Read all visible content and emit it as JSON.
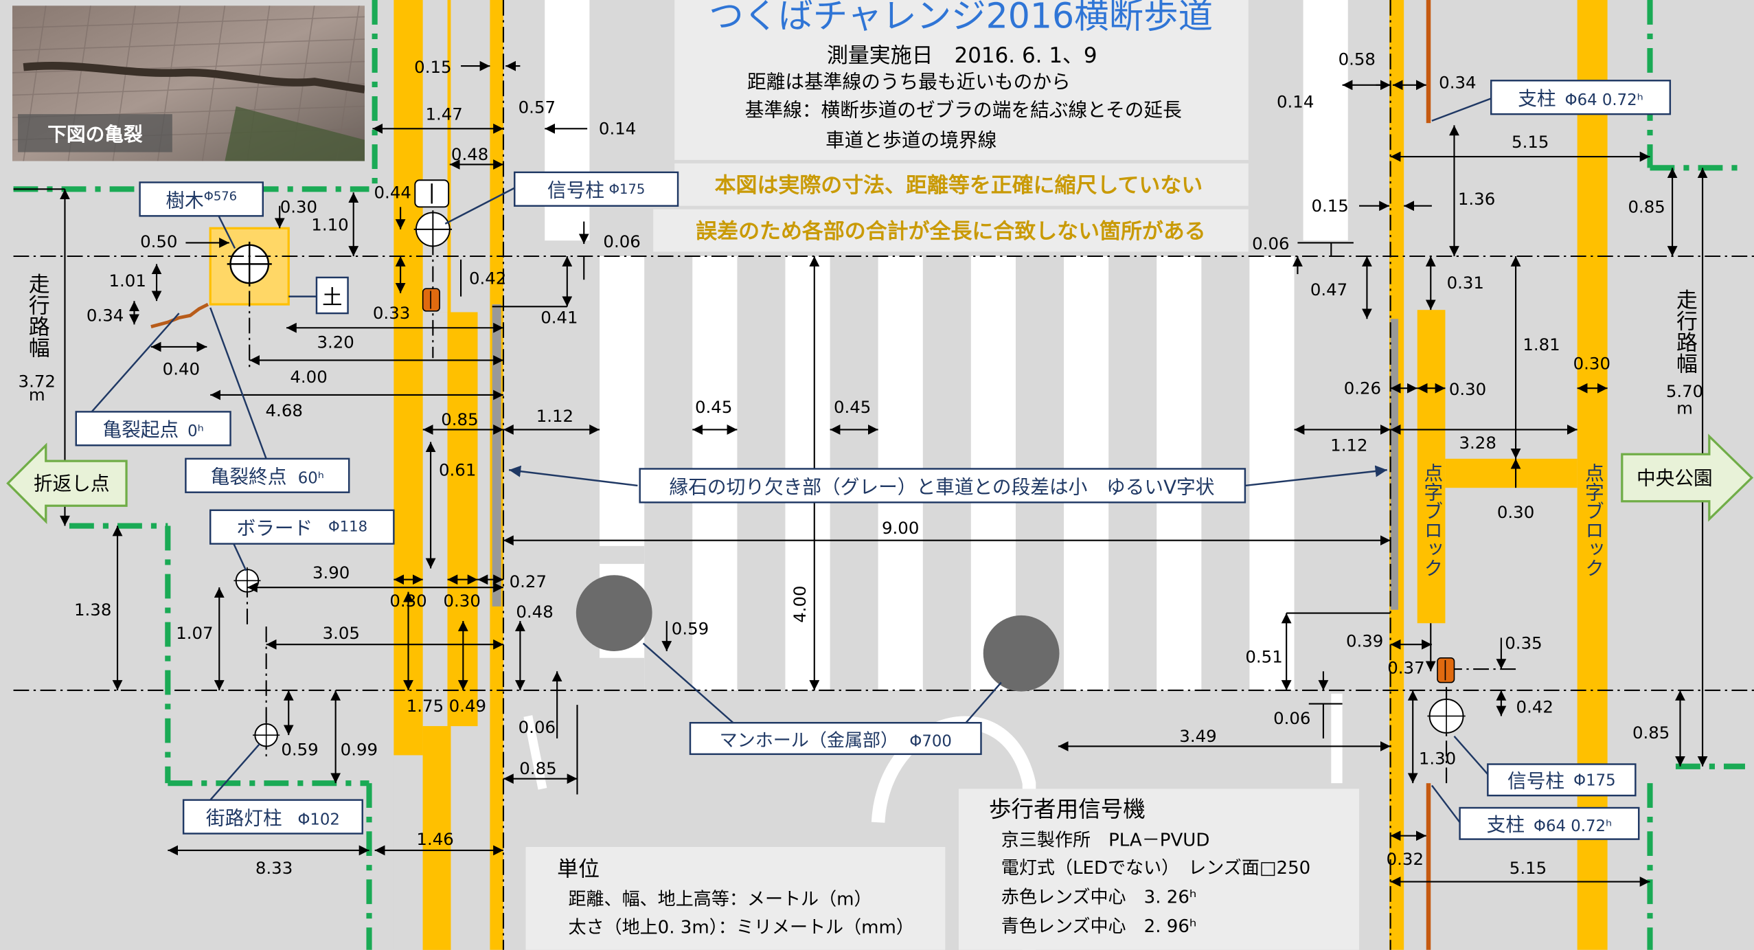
{
  "header": {
    "title": "つくばチャレンジ2016横断歩道",
    "survey_date": "測量実施日　2016. 6. 1、9",
    "note_distance": "距離は基準線のうち最も近いものから",
    "note_baseline_1": "基準線：横断歩道のゼブラの端を結ぶ線とその延長",
    "note_baseline_2": "車道と歩道の境界線",
    "warning_1": "本図は実際の寸法、距離等を正確に縮尺していない",
    "warning_2": "誤差のため各部の合計が全長に合致しない箇所がある"
  },
  "photo": {
    "caption": "下図の亀裂"
  },
  "labels": {
    "tree": "樹木",
    "tree_size": "Φ576",
    "signal_pole_left": "信号柱",
    "signal_pole_left_size": "Φ175",
    "crack_start": "亀裂起点",
    "crack_start_h": "0ʰ",
    "crack_end": "亀裂終点",
    "crack_end_h": "60ʰ",
    "bollard": "ボラード",
    "bollard_size": "Φ118",
    "street_light": "街路灯柱",
    "street_light_size": "Φ102",
    "curb_note": "縁石の切り欠き部（グレー）と車道との段差は小　ゆるいV字状",
    "manhole": "マンホール（金属部）",
    "manhole_size": "Φ700",
    "support_top": "支柱",
    "support_top_size": "Φ64 0.72ʰ",
    "signal_pole_right": "信号柱",
    "signal_pole_right_size": "Φ175",
    "support_bottom": "支柱",
    "support_bottom_size": "Φ64 0.72ʰ",
    "tactile_block": "点字ブロック",
    "soil": "土",
    "left_width_label": "走行路幅",
    "left_width_value": "3.72",
    "left_width_unit": "m",
    "right_width_label": "走行路幅",
    "right_width_value": "5.70",
    "right_width_unit": "m"
  },
  "nav": {
    "turnaround": "折返し点",
    "central_park": "中央公園"
  },
  "units_box": {
    "title": "単位",
    "line_1": "距離、幅、地上高等：メートル（m）",
    "line_2": "太さ（地上0. 3m）：ミリメートル（mm）"
  },
  "signal_box": {
    "title": "歩行者用信号機",
    "line_1": "京三製作所　PLA－PVUD",
    "line_2": "電灯式（LEDでない）　レンズ面",
    "line_2_suffix": "□250",
    "line_3": "赤色レンズ中心　3. 26ʰ",
    "line_4": "青色レンズ中心　2. 96ʰ"
  },
  "dimensions": [
    {
      "id": "d015a",
      "value": "0.15"
    },
    {
      "id": "d147",
      "value": "1.47"
    },
    {
      "id": "d057",
      "value": "0.57"
    },
    {
      "id": "d014a",
      "value": "0.14"
    },
    {
      "id": "d048a",
      "value": "0.48"
    },
    {
      "id": "d044",
      "value": "0.44"
    },
    {
      "id": "d030a",
      "value": "0.30"
    },
    {
      "id": "d110",
      "value": "1.10"
    },
    {
      "id": "d050",
      "value": "0.50"
    },
    {
      "id": "d101",
      "value": "1.01"
    },
    {
      "id": "d034a",
      "value": "0.34"
    },
    {
      "id": "d040",
      "value": "0.40"
    },
    {
      "id": "d320",
      "value": "3.20"
    },
    {
      "id": "d400a",
      "value": "4.00"
    },
    {
      "id": "d468",
      "value": "4.68"
    },
    {
      "id": "d006a",
      "value": "0.06"
    },
    {
      "id": "d042a",
      "value": "0.42"
    },
    {
      "id": "d033",
      "value": "0.33"
    },
    {
      "id": "d041",
      "value": "0.41"
    },
    {
      "id": "d085a",
      "value": "0.85"
    },
    {
      "id": "d112a",
      "value": "1.12"
    },
    {
      "id": "d045a",
      "value": "0.45"
    },
    {
      "id": "d045b",
      "value": "0.45"
    },
    {
      "id": "d061",
      "value": "0.61"
    },
    {
      "id": "d900",
      "value": "9.00"
    },
    {
      "id": "d390",
      "value": "3.90"
    },
    {
      "id": "d138",
      "value": "1.38"
    },
    {
      "id": "d030b",
      "value": "0.30"
    },
    {
      "id": "d030c",
      "value": "0.30"
    },
    {
      "id": "d027",
      "value": "0.27"
    },
    {
      "id": "d048b",
      "value": "0.48"
    },
    {
      "id": "d107",
      "value": "1.07"
    },
    {
      "id": "d305",
      "value": "3.05"
    },
    {
      "id": "d059a",
      "value": "0.59"
    },
    {
      "id": "d400b",
      "value": "4.00"
    },
    {
      "id": "d175",
      "value": "1.75"
    },
    {
      "id": "d049",
      "value": "0.49"
    },
    {
      "id": "d059b",
      "value": "0.59"
    },
    {
      "id": "d099",
      "value": "0.99"
    },
    {
      "id": "d006b",
      "value": "0.06"
    },
    {
      "id": "d085b",
      "value": "0.85"
    },
    {
      "id": "d833",
      "value": "8.33"
    },
    {
      "id": "d146",
      "value": "1.46"
    },
    {
      "id": "d058",
      "value": "0.58"
    },
    {
      "id": "d014b",
      "value": "0.14"
    },
    {
      "id": "d034b",
      "value": "0.34"
    },
    {
      "id": "d515a",
      "value": "5.15"
    },
    {
      "id": "d015b",
      "value": "0.15"
    },
    {
      "id": "d136",
      "value": "1.36"
    },
    {
      "id": "d085c",
      "value": "0.85"
    },
    {
      "id": "d006c",
      "value": "0.06"
    },
    {
      "id": "d047",
      "value": "0.47"
    },
    {
      "id": "d031",
      "value": "0.31"
    },
    {
      "id": "d181",
      "value": "1.81"
    },
    {
      "id": "d030d",
      "value": "0.30"
    },
    {
      "id": "d026",
      "value": "0.26"
    },
    {
      "id": "d030e",
      "value": "0.30"
    },
    {
      "id": "d112b",
      "value": "1.12"
    },
    {
      "id": "d328",
      "value": "3.28"
    },
    {
      "id": "d030f",
      "value": "0.30"
    },
    {
      "id": "d051",
      "value": "0.51"
    },
    {
      "id": "d039",
      "value": "0.39"
    },
    {
      "id": "d035",
      "value": "0.35"
    },
    {
      "id": "d037",
      "value": "0.37"
    },
    {
      "id": "d042b",
      "value": "0.42"
    },
    {
      "id": "d006d",
      "value": "0.06"
    },
    {
      "id": "d349",
      "value": "3.49"
    },
    {
      "id": "d085d",
      "value": "0.85"
    },
    {
      "id": "d130",
      "value": "1.30"
    },
    {
      "id": "d032",
      "value": "0.32"
    },
    {
      "id": "d515b",
      "value": "5.15"
    }
  ],
  "colors": {
    "background": "#d9d9d9",
    "tactile_yellow": "#ffc000",
    "title_blue": "#2f75d6",
    "navy": "#1f3864",
    "warning_gold": "#c99a06",
    "green_dash": "#1aaa55",
    "manhole": "#6b6b6b",
    "crack": "#b85c1a",
    "signal_box_orange": "#e06a0f"
  }
}
